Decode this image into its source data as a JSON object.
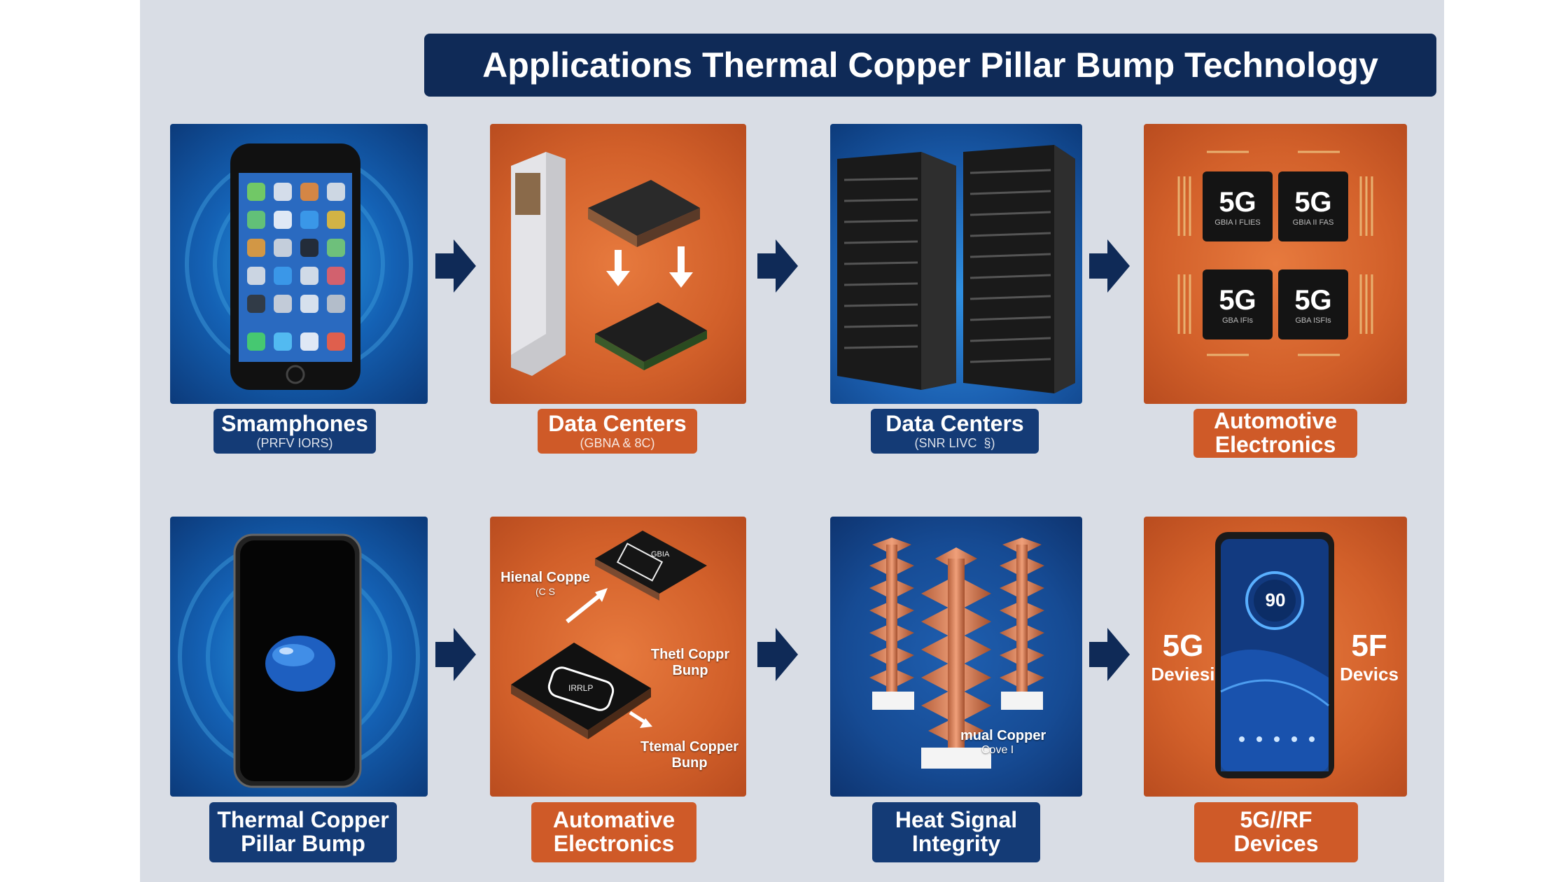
{
  "title": "Applications Thermal Copper Pillar Bump Technology",
  "colors": {
    "navy": "#0f2a57",
    "label_navy": "#143b76",
    "orange": "#d2602a",
    "blue": "#1461b4",
    "background": "#d9dde5"
  },
  "top_row": {
    "tiles": [
      {
        "icon": "smartphone-icon",
        "label": "Smamphones",
        "sub": "(PRFV IORS)"
      },
      {
        "icon": "server-chip-icon",
        "label": "Data Centers",
        "sub": "(GBNA & 8C)"
      },
      {
        "icon": "server-rack-icon",
        "label": "Data Centers",
        "sub": "(SNR LIVC  §)"
      },
      {
        "icon": "5g-chip-grid-icon",
        "label": "Automotive",
        "label2": "Electronics",
        "chips": [
          "5G",
          "5G",
          "5G",
          "5G"
        ],
        "chip_subs": [
          "GBIA I FLIES",
          "GBIA II FAS",
          "GBA IFIs",
          "GBA ISFIs"
        ]
      }
    ]
  },
  "bottom_row": {
    "tiles": [
      {
        "icon": "smartphone-droplet-icon",
        "label": "Thermal Copper",
        "label2": "Pillar Bump"
      },
      {
        "icon": "chip-stack-icon",
        "label": "Automative",
        "label2": "Electronics",
        "annotations": [
          {
            "text": "Hienal Coppe",
            "sub": "(C S"
          },
          {
            "text": "Thetl Coppr",
            "sub": "Bunp"
          },
          {
            "text": "Ttemal Copper",
            "sub": "Bunp"
          }
        ],
        "chip_texts": [
          "GBIA",
          "IRRLP"
        ]
      },
      {
        "icon": "copper-pillar-icon",
        "label": "Heat Signal",
        "label2": "Integrity",
        "caption": "mual Copper",
        "caption_sub": "Cove I"
      },
      {
        "icon": "5g-phone-icon",
        "label": "5G//RF",
        "label2": "Devices",
        "left": "5G",
        "left_sub": "Deviesi",
        "right": "5F",
        "right_sub": "Devics",
        "screen_value": "90"
      }
    ]
  }
}
